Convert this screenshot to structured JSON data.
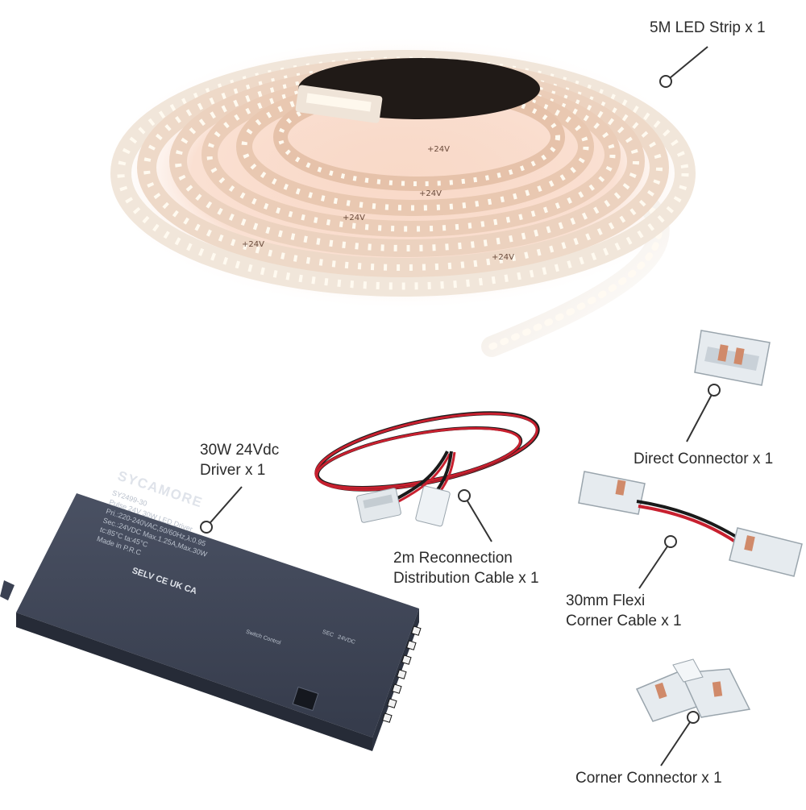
{
  "colors": {
    "strip_glow": "#f6c7ae",
    "strip_band": "#f3ece3",
    "led": "#fffaf0",
    "driver_body": "#3a4152",
    "cable_red": "#c8202f",
    "cable_black": "#1a1a1a",
    "connector": "#e3e8ec",
    "leader_line": "#333333"
  },
  "strip": {
    "marking": "+24V",
    "segment_mark": "24V"
  },
  "driver": {
    "brand": "SYCAMORE",
    "model": "SY2499-30",
    "title": "Pulse 24V 30W LED Driver",
    "spec_lines": [
      "Pri.:220-240VAC,50/60Hz,λ:0.95",
      "Sec.:24VDC Max.1.25A,Max.30W",
      "tc:85°C  ta:45°C",
      "Made in P.R.C"
    ],
    "marks": "SELV  CE  UK CA",
    "switch_label": "Switch Control",
    "sec_label": "SEC",
    "sec_voltage": "24VDC"
  },
  "callouts": {
    "strip": [
      "5M LED Strip x 1"
    ],
    "driver": [
      "30W 24Vdc",
      "Driver x 1"
    ],
    "cable": [
      "2m Reconnection",
      "Distribution Cable x 1"
    ],
    "direct": [
      "Direct Connector x 1"
    ],
    "flexi": [
      "30mm Flexi",
      "Corner Cable x 1"
    ],
    "corner": [
      "Corner Connector x 1"
    ]
  }
}
